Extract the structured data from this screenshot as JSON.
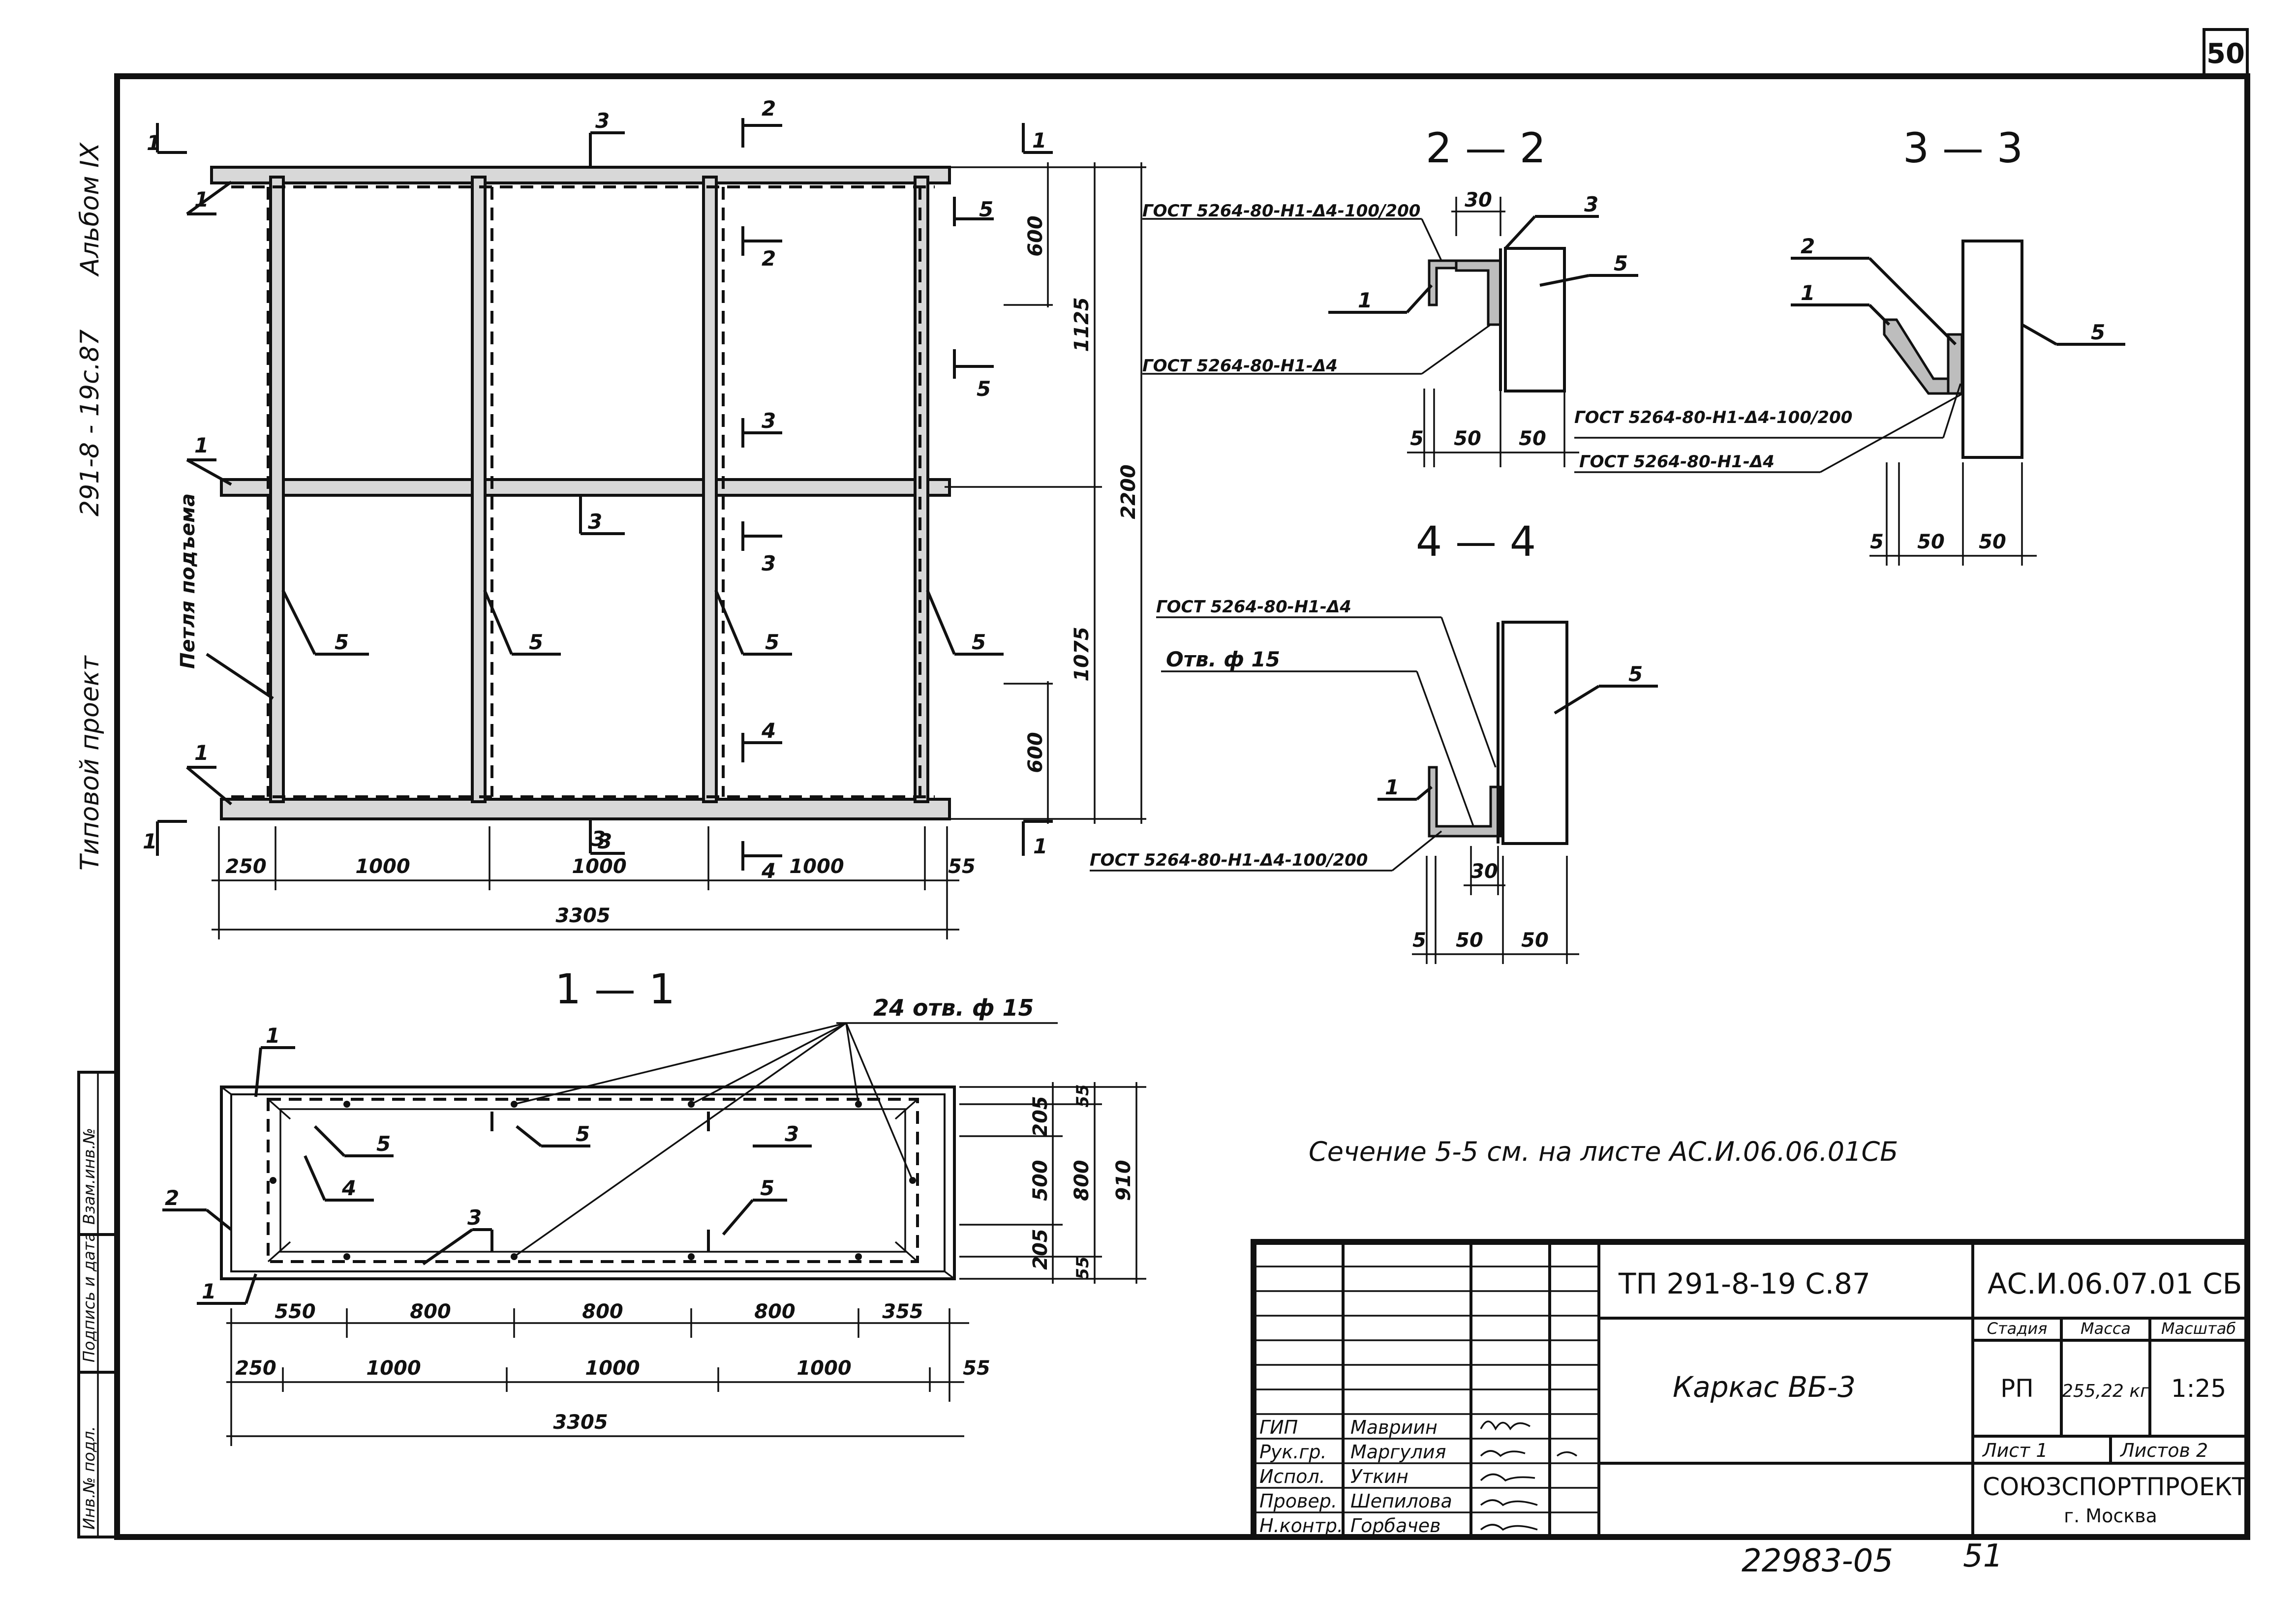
{
  "sheet_number": "50",
  "side_text": {
    "album": "Альбом IX",
    "project_code": "291-8 - 19с.87",
    "project_type": "Типовой проект"
  },
  "left_stamp": [
    "Инв.№ подл.",
    "Подпись и дата",
    "Взам.инв.№"
  ],
  "elevation": {
    "widths": [
      "250",
      "1000",
      "1000",
      "1000",
      "55"
    ],
    "total_width": "3305",
    "heights": [
      "600",
      "1125",
      "1075",
      "600"
    ],
    "total_height": "2200",
    "loop_label": "Петля подъема",
    "section_marks": [
      "1",
      "1",
      "1",
      "1",
      "2",
      "2",
      "5",
      "5",
      "3",
      "3",
      "4",
      "4",
      "3",
      "3"
    ],
    "callouts": [
      "1",
      "1",
      "1",
      "3",
      "3",
      "3",
      "5",
      "5",
      "5",
      "5"
    ]
  },
  "section_titles": [
    "2 — 2",
    "3 — 3",
    "4 — 4",
    "1 — 1"
  ],
  "weld_notes": {
    "w1": "ГОСТ 5264-80-Н1-Δ4-100/200",
    "w2": "ГОСТ 5264-80-Н1-Δ4",
    "w3": "ГОСТ 5264-80-Н1-Δ4-100/200",
    "w4": "ГОСТ 5264-80-Н1-Δ4",
    "w5": "ГОСТ 5264-80-Н1-Δ4",
    "w6": "ГОСТ 5264-80-Н1-Δ4-100/200"
  },
  "section_2_2": {
    "dims": [
      "30",
      "5",
      "50",
      "50"
    ],
    "callouts": [
      "1",
      "3",
      "5"
    ]
  },
  "section_3_3": {
    "dims": [
      "5",
      "50",
      "50"
    ],
    "callouts": [
      "2",
      "1",
      "5"
    ]
  },
  "section_4_4": {
    "hole": "Отв. ф 15",
    "dims": [
      "30",
      "5",
      "50",
      "50"
    ],
    "callouts": [
      "1",
      "5"
    ]
  },
  "plan_1_1": {
    "holes": "24 отв. ф 15",
    "top_dims": [
      "550",
      "800",
      "800",
      "800",
      "355"
    ],
    "bottom_dims": [
      "250",
      "1000",
      "1000",
      "1000",
      "55"
    ],
    "total": "3305",
    "right_dims_inner": [
      "205",
      "500",
      "205"
    ],
    "right_dims_mid": [
      "55",
      "800",
      "55"
    ],
    "right_dims_outer": "910",
    "callouts": [
      "1",
      "2",
      "4",
      "5",
      "5",
      "3",
      "3",
      "5",
      "1"
    ]
  },
  "note": "Сечение 5-5 см. на листе АС.И.06.06.01СБ",
  "title_block": {
    "project": "ТП 291-8-19 С.87",
    "doc_code": "АС.И.06.07.01 СБ",
    "name": "Каркас ВБ-3",
    "stage_hdr": "Стадия",
    "mass_hdr": "Масса",
    "scale_hdr": "Масштаб",
    "stage": "РП",
    "mass": "255,22 кг",
    "scale": "1:25",
    "sheet": "Лист 1",
    "sheets": "Листов 2",
    "org": "СОЮЗСПОРТПРОЕКТ",
    "city": "г. Москва",
    "roles": [
      "ГИП",
      "Рук.гр.",
      "Испол.",
      "Провер.",
      "Н.контр."
    ],
    "names": [
      "Мавриин",
      "Маргулия",
      "Уткин",
      "Шепилова",
      "Горбачев"
    ]
  },
  "bottom_numbers": {
    "order": "22983-05",
    "page": "51"
  }
}
